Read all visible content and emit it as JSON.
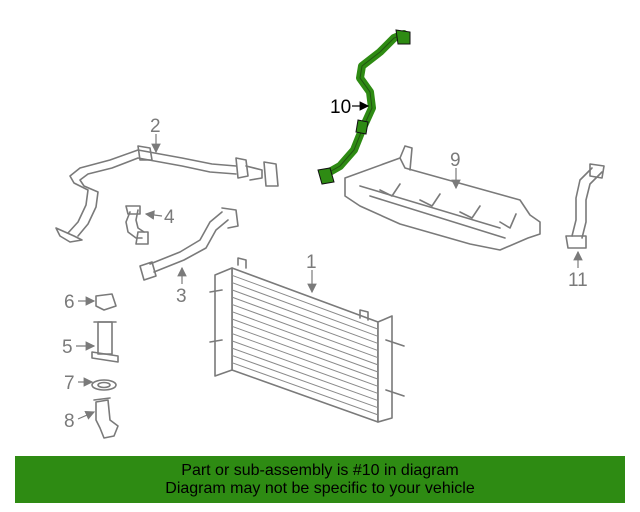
{
  "callouts": {
    "c1": "1",
    "c2": "2",
    "c3": "3",
    "c4": "4",
    "c5": "5",
    "c6": "6",
    "c7": "7",
    "c8": "8",
    "c9": "9",
    "c10": "10",
    "c11": "11"
  },
  "banner": {
    "line1": "Part or sub-assembly is #10 in diagram",
    "line2": "Diagram may not be specific to your vehicle"
  },
  "colors": {
    "highlight": "#2e8b13",
    "part_line": "#7a7a7a",
    "banner_bg": "#2e8b13"
  }
}
